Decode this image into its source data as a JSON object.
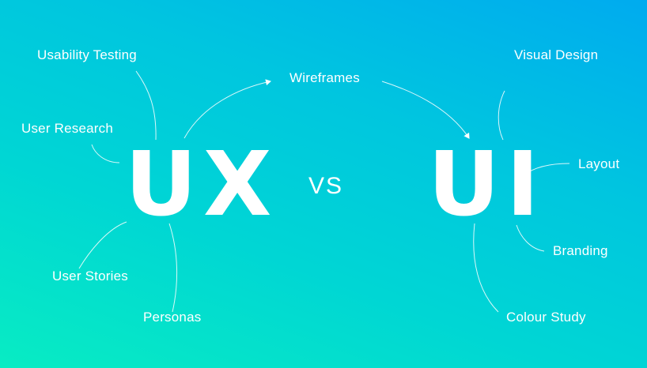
{
  "ux": {
    "title": "UX",
    "items": [
      "Usability Testing",
      "User Research",
      "User Stories",
      "Personas"
    ]
  },
  "ui": {
    "title": "UI",
    "items": [
      "Visual Design",
      "Layout",
      "Branding",
      "Colour Study"
    ]
  },
  "vs": "VS",
  "bridge": "Wireframes",
  "colors": {
    "gradient_start": "#08ecc3",
    "gradient_end": "#00abef",
    "text": "#ffffff"
  }
}
